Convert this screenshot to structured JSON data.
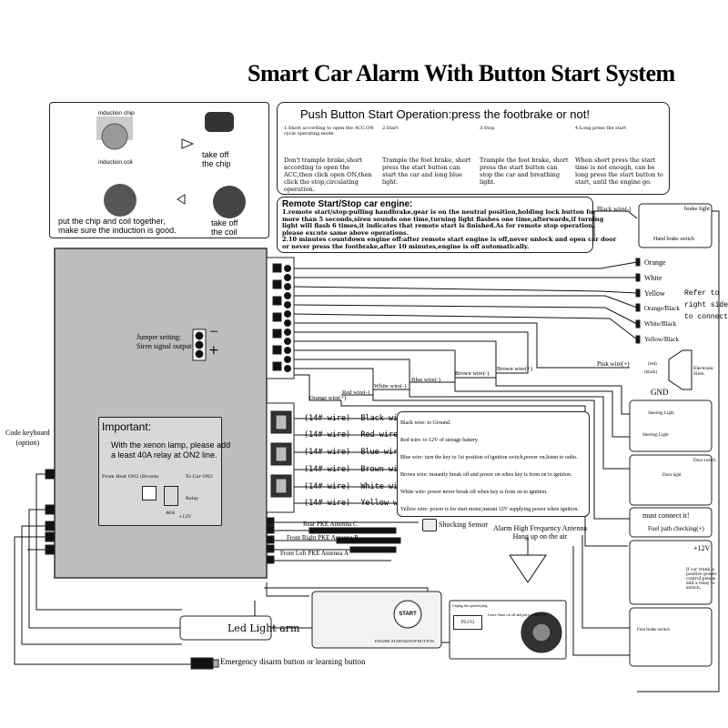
{
  "title": "Smart Car Alarm With Button Start System",
  "chip_panel": {
    "induction_chip": "induction chip",
    "induction_coil": "induction coil",
    "take_off_chip": "take off\nthe chip",
    "put_chip": "put the chip and coil together,\nmake sure the induction is good.",
    "take_off_coil": "take off\nthe coil"
  },
  "push_button": {
    "heading": "Push Button Start Operation:press the footbrake or not!",
    "steps": [
      {
        "head": "1.Short according to open the ACC,ON cycle operating mode",
        "text": "Don't trample brake,short according to open the ACC,then click open ON,then click the stop,circulating operation."
      },
      {
        "head": "2.Start",
        "text": "Trample the foot brake, short press the start button can start the car and long blue light."
      },
      {
        "head": "3.Stop",
        "text": "Trample the foot brake, short press the start button can stop the car and breathing light."
      },
      {
        "head": "4.Long press the start",
        "text": "When short press the start time is not enough, can be long press the start button to start, until the engine go."
      }
    ]
  },
  "remote_start": {
    "heading": "Remote Start/Stop car engine:",
    "lines": [
      "1.remote start/stop:pulling handbrake,gear is on the neutral position,holding lock button for",
      "more than 5 seconds,siren sounds one time,turning light flashes one time,afterwards,if turning",
      "light will flash 6 times,it indicates that remote start is finished.As for remote stop operation,",
      "please excute same above operations.",
      "2.10 minutes countdown engine off:after remote start engine is off,never unlock and open car door",
      "or never press the footbrake,after 10 minutes,engine is off automatically."
    ]
  },
  "handbrake": {
    "wire": "Black wire(-)",
    "light": "brake light",
    "switch": "Hand brake switch"
  },
  "jumper": {
    "label1": "Jumper setting:",
    "label2": "Siren signal output"
  },
  "right_wires": {
    "colors": [
      "Orange",
      "White",
      "Yellow",
      "Orange/Black",
      "White/Black",
      "Yellow/Black"
    ],
    "refer": [
      "Refer to",
      "right side",
      "to connect"
    ]
  },
  "diag_wires": [
    "Brown wire(+)",
    "Brown wire(-)",
    "Blue wire(-)",
    "White wire(-)",
    "Red wire(-)",
    "Orange wire(+)"
  ],
  "pink_wire": "Pink wire(+)",
  "siren": {
    "label": "Electronic\nSiren",
    "gnd": "GND",
    "a": "(red)",
    "b": "(black)"
  },
  "important": {
    "heading": "Important:",
    "text": "With the xenon lamp, please add\na least 40A relay at ON2 line.",
    "from": "From Host ON2 (Brown)",
    "to": "To Car ON2",
    "relay": "Relay",
    "amp": "40A",
    "v": "+12V"
  },
  "power_wires": [
    {
      "num": "(14# wire)",
      "color": "Black wire",
      "pol": "(-)"
    },
    {
      "num": "(14# wire)",
      "color": "Red wire",
      "pol": "(+)"
    },
    {
      "num": "(14# wire)",
      "color": "Blue wire",
      "pol": "(+)"
    },
    {
      "num": "(14# wire)",
      "color": "Brown wire",
      "pol": "(+)"
    },
    {
      "num": "(14# wire)",
      "color": "White wire",
      "pol": "(+)"
    },
    {
      "num": "(14# wire)",
      "color": "Yellow wire",
      "pol": "(+)"
    }
  ],
  "power_desc": [
    "Black wire: to Ground.",
    "Red wire: to 12V of storage battery.",
    "Blue wire: turn the key to 1st position of ignition switch,power on,listen to radio.",
    "Brown wire: instantly break off and power on when key is from on to ignition.",
    "White wire: power never break off when key is from on to ignition.",
    "Yellow wire: power is for start motor,instant 12V supplying power when ignition."
  ],
  "code_keyboard": "Code keyboard\n(option)",
  "antennas": [
    "Rear PKE Antenna C",
    "Front Right PKE Antenna B",
    "Front Left PKE Antenna A"
  ],
  "shock_sensor": "Shocking Sensor",
  "alarm_antenna": "Alarm High Frequency Antenna\nHang up on the air",
  "steering": [
    "Steering Light",
    "Steering Light"
  ],
  "door_switch": "Door switch",
  "door_light": "Door light",
  "must_connect": "must connect it!",
  "fuel": "Fuel path checking(+)",
  "trunk": "If car trunk is positive power control,please add a relay to switch.",
  "footbrake": "Foot brake switch",
  "v12": "+12V",
  "led": "Led Light arm",
  "engine_button": "ENGINE START&STOP BUTTON",
  "start": "START",
  "plug": "PLUG",
  "plug_note1": "Unplug the spotted plug",
  "plug_note2": "Leave 5mm cut off and put it in the 2 sw",
  "emergency": "Emergency disarm button or learning button"
}
